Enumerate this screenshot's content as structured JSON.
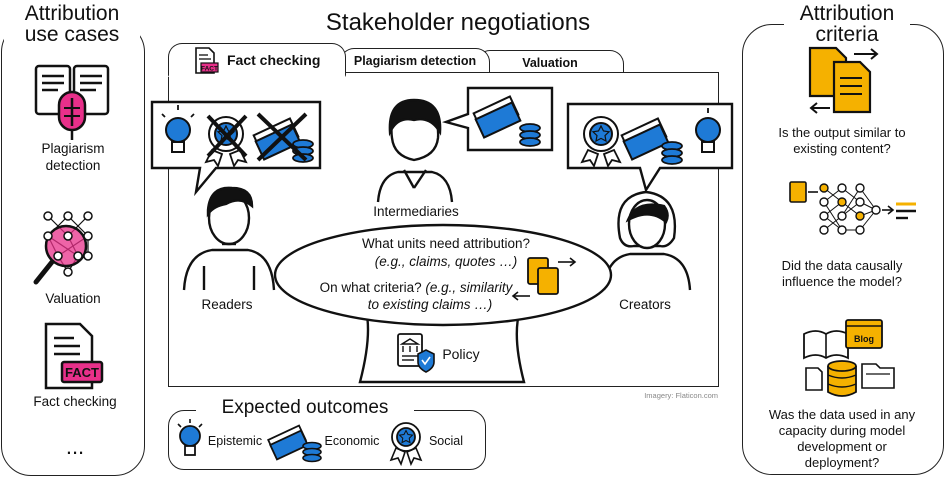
{
  "left_panel": {
    "title_line1": "Attribution",
    "title_line2": "use cases",
    "items": [
      "Plagiarism detection",
      "Valuation",
      "Fact checking"
    ],
    "more": "..."
  },
  "center": {
    "title": "Stakeholder negotiations",
    "tabs": [
      "Fact checking",
      "Plagiarism detection",
      "Valuation"
    ],
    "tab_icon_text": "FACT",
    "stakeholders": [
      "Readers",
      "Intermediaries",
      "Creators"
    ],
    "question1": "What units need attribution?",
    "question1_example": "(e.g., claims, quotes …)",
    "question2": "On what criteria?",
    "question2_example_a": "(e.g., similarity",
    "question2_example_b": "to existing claims …)",
    "policy": "Policy",
    "credit": "Imagery: Flaticon.com"
  },
  "outcomes": {
    "title": "Expected outcomes",
    "items": [
      "Epistemic",
      "Economic",
      "Social"
    ]
  },
  "right_panel": {
    "title_line1": "Attribution",
    "title_line2": "criteria",
    "criteria": [
      [
        "Is the output similar to",
        "existing content?"
      ],
      [
        "Did the data causally",
        "influence the model?"
      ],
      [
        "Was the data used in any",
        "capacity during model",
        "development or",
        "deployment?"
      ]
    ],
    "blog_label": "Blog"
  },
  "colors": {
    "blue": "#1e7ad6",
    "pink": "#e8308a",
    "orange": "#f5b100",
    "outline": "#111111"
  }
}
